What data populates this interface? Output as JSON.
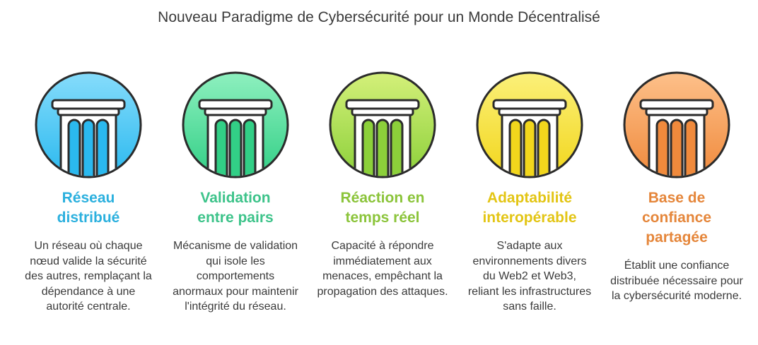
{
  "title": "Nouveau Paradigme de Cybersécurité pour un Monde Décentralisé",
  "pillars": [
    {
      "heading_lines": [
        "Réseau",
        "distribué"
      ],
      "description": "Un réseau où chaque nœud valide la sécurité des autres, remplaçant la dépendance à une autorité centrale.",
      "color": "#2bb0de",
      "gradient_top": "#86dcfb",
      "gradient_bottom": "#2bb9ef",
      "icon": "pillar-icon"
    },
    {
      "heading_lines": [
        "Validation",
        "entre pairs"
      ],
      "description": "Mécanisme de validation qui isole les comportements anormaux pour maintenir l'intégrité du réseau.",
      "color": "#3dc38a",
      "gradient_top": "#8ef0bf",
      "gradient_bottom": "#32cf86",
      "icon": "pillar-icon"
    },
    {
      "heading_lines": [
        "Réaction en",
        "temps réel"
      ],
      "description": "Capacité à répondre immédiatement aux menaces, empêchant la propagation des attaques.",
      "color": "#8bc43a",
      "gradient_top": "#d4f07a",
      "gradient_bottom": "#8cd03a",
      "icon": "pillar-icon"
    },
    {
      "heading_lines": [
        "Adaptabilité",
        "interopérable"
      ],
      "description": "S'adapte aux environnements divers du Web2 et Web3, reliant les infrastructures sans faille.",
      "color": "#e3c514",
      "gradient_top": "#fbf07a",
      "gradient_bottom": "#f2d61c",
      "icon": "pillar-icon"
    },
    {
      "heading_lines": [
        "Base de",
        "confiance",
        "partagée"
      ],
      "description": "Établit une confiance distribuée nécessaire pour la cybersécurité moderne.",
      "color": "#e5863a",
      "gradient_top": "#fdc08a",
      "gradient_bottom": "#f08a3c",
      "icon": "pillar-icon"
    }
  ]
}
